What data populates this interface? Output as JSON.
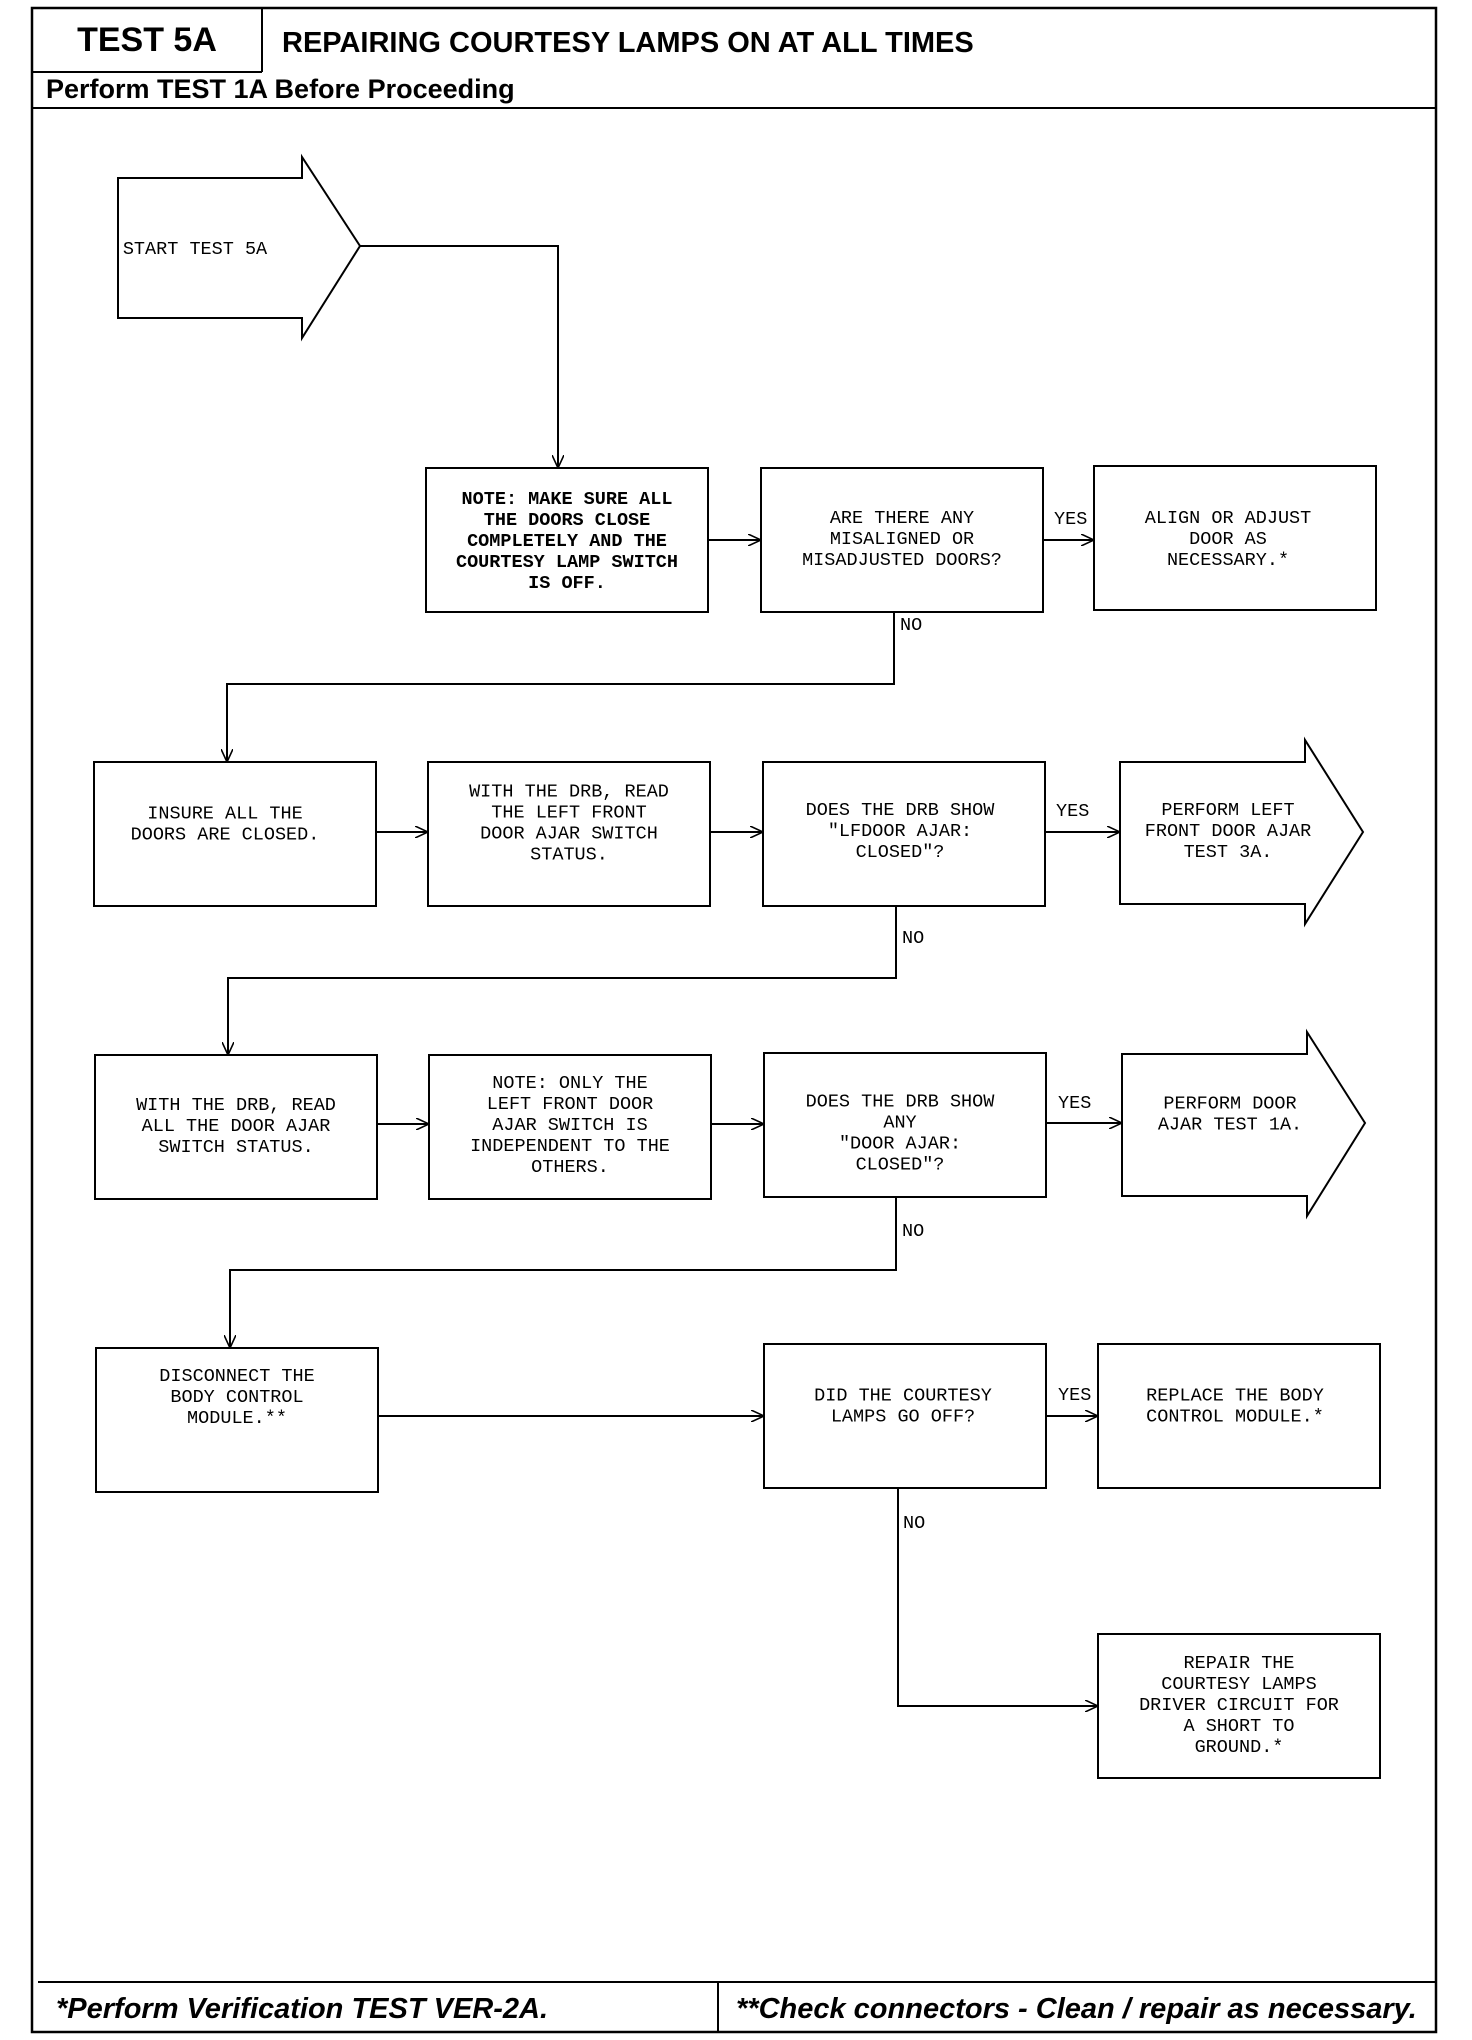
{
  "header": {
    "test_id": "TEST 5A",
    "title": "REPAIRING COURTESY LAMPS ON AT ALL TIMES",
    "prerequisite": "Perform TEST 1A Before Proceeding"
  },
  "footer": {
    "left_note": "*Perform Verification TEST VER-2A.",
    "right_note": "**Check connectors - Clean / repair as necessary."
  },
  "flowchart": {
    "start": [
      "START TEST 5A"
    ],
    "note_doors_close": [
      "NOTE:  MAKE SURE ALL",
      "THE DOORS CLOSE",
      "COMPLETELY AND THE",
      "COURTESY LAMP SWITCH",
      "IS OFF."
    ],
    "q_misaligned": [
      "ARE THERE ANY",
      "MISALIGNED OR",
      "MISADJUSTED DOORS?"
    ],
    "align_adjust": [
      "ALIGN OR ADJUST",
      "DOOR AS",
      "NECESSARY.*"
    ],
    "insure_closed": [
      "INSURE ALL THE",
      "DOORS ARE CLOSED."
    ],
    "read_lf_status": [
      "WITH THE DRB, READ",
      "THE LEFT FRONT",
      "DOOR AJAR SWITCH",
      "STATUS."
    ],
    "q_lfdoor": [
      "DOES THE DRB SHOW",
      "\"LFDOOR AJAR:",
      "CLOSED\"?"
    ],
    "perform_3a": [
      "PERFORM LEFT",
      "FRONT DOOR AJAR",
      "TEST 3A."
    ],
    "read_all_status": [
      "WITH THE DRB, READ",
      "ALL THE DOOR AJAR",
      "SWITCH STATUS."
    ],
    "note_lf_independent": [
      "NOTE: ONLY THE",
      "LEFT FRONT DOOR",
      "AJAR SWITCH IS",
      "INDEPENDENT TO THE",
      "OTHERS."
    ],
    "q_any_door": [
      "DOES THE DRB SHOW",
      "ANY",
      "\"DOOR AJAR:",
      "CLOSED\"?"
    ],
    "perform_1a": [
      "PERFORM DOOR",
      "AJAR TEST 1A."
    ],
    "disconnect_bcm": [
      "DISCONNECT THE",
      "BODY CONTROL",
      "MODULE.**"
    ],
    "q_lamps_off": [
      "DID THE COURTESY",
      "LAMPS GO OFF?"
    ],
    "replace_bcm": [
      "REPLACE THE BODY",
      "CONTROL MODULE.*"
    ],
    "repair_circuit": [
      "REPAIR THE",
      "COURTESY LAMPS",
      "DRIVER CIRCUIT FOR",
      "A SHORT TO",
      "GROUND.*"
    ],
    "labels": {
      "yes_1": "YES",
      "no_1": "NO",
      "yes_2": "YES",
      "no_2": "NO",
      "yes_3": "YES",
      "no_3": "NO",
      "yes_4": "YES",
      "no_4": "NO"
    }
  }
}
